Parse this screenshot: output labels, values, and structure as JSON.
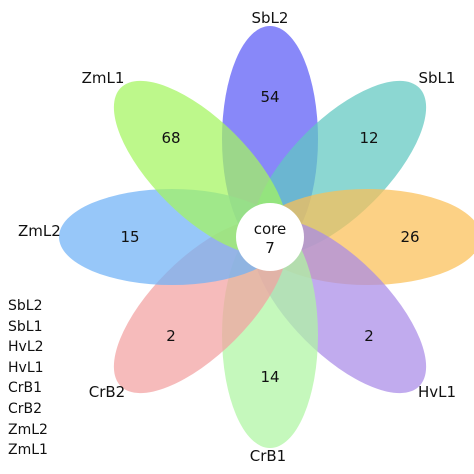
{
  "petals": [
    {
      "id": "SbL2",
      "label": "SbL2",
      "count": "54",
      "color": "#5a5af7"
    },
    {
      "id": "SbL1",
      "label": "SbL1",
      "count": "12",
      "color": "#5fc8c0"
    },
    {
      "id": "CrB3",
      "label": "",
      "count": "26",
      "color": "#fbbf56"
    },
    {
      "id": "HvL1",
      "label": "HvL1",
      "count": "2",
      "color": "#a98be8"
    },
    {
      "id": "CrB1",
      "label": "CrB1",
      "count": "14",
      "color": "#aef5a2"
    },
    {
      "id": "CrB2",
      "label": "CrB2",
      "count": "2",
      "color": "#f3a1a1"
    },
    {
      "id": "ZmL2",
      "label": "ZmL2",
      "count": "15",
      "color": "#6fb2f6"
    },
    {
      "id": "ZmL1",
      "label": "ZmL1",
      "count": "68",
      "color": "#a3f55e"
    }
  ],
  "core": {
    "label": "core",
    "count": "7"
  },
  "legend": [
    "SbL2",
    "SbL1",
    "HvL2",
    "HvL1",
    "CrB1",
    "CrB2",
    "ZmL2",
    "ZmL1"
  ]
}
